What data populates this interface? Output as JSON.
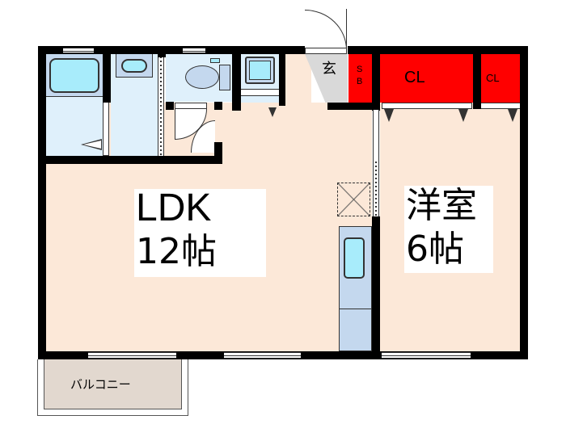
{
  "floorplan": {
    "rooms": {
      "ldk": {
        "name": "LDK",
        "size": "12帖"
      },
      "western_room": {
        "name": "洋室",
        "size": "6帖"
      },
      "entrance": {
        "name": "玄"
      },
      "shoe_box": {
        "line1": "S",
        "line2": "B"
      },
      "closet_main": {
        "name": "CL"
      },
      "closet_small": {
        "name": "CL"
      },
      "balcony": {
        "name": "バルコニー"
      }
    },
    "colors": {
      "wall": "#000000",
      "floor": "#fce8d8",
      "wet_area": "#dff0fb",
      "fixture": "#c4d8ee",
      "water": "#a8ecfb",
      "storage": "#ff0000",
      "entrance": "#d9d9d9",
      "balcony": "#e2d8cf"
    }
  }
}
